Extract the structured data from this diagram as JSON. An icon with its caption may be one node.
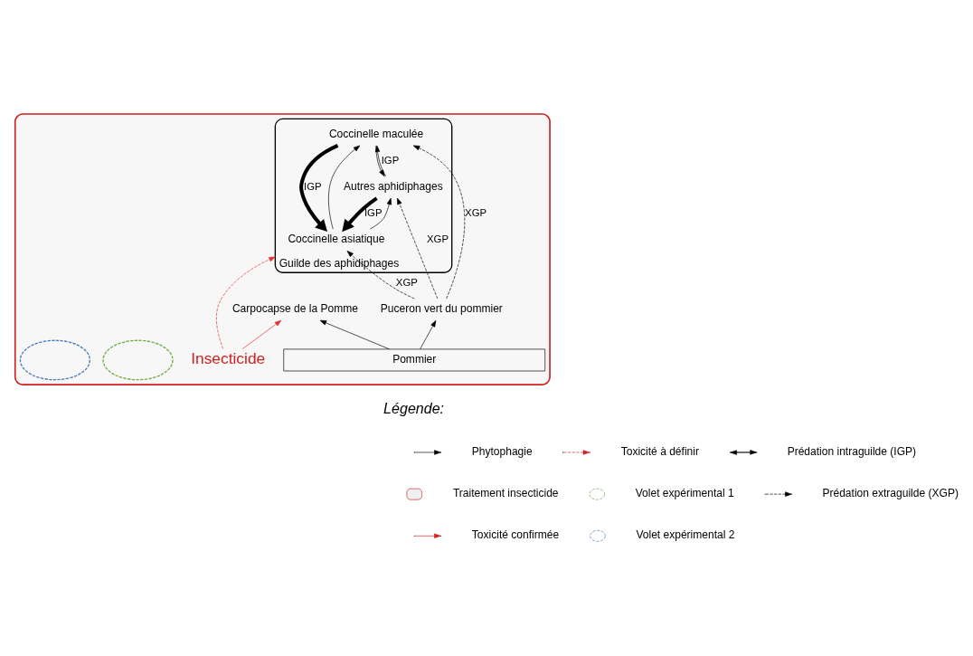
{
  "diagram": {
    "nodes": [
      {
        "text": [],
        "shape": "box"
      },
      {
        "text": [
          "Guilde des aphidiphages"
        ],
        "in": 0
      },
      {
        "text": [
          "Coccinelle asiatique"
        ],
        "in": 1
      },
      {
        "text": [
          "Autres aphidiphages"
        ],
        "in": 1
      },
      {
        "text": [
          "Coccinelle maculée"
        ],
        "in": 1
      },
      {
        "text": [
          "Insecticide"
        ],
        "in": 0
      },
      {
        "text": [
          "Carpocapse de la Pomme"
        ],
        "in": 0
      },
      {
        "text": [
          "Puceron vert du pommier"
        ],
        "in": 0
      },
      {
        "text": [
          "Pommier"
        ],
        "in": 0
      },
      {
        "text": [],
        "shape": "ellipse",
        "in": 0
      },
      {
        "text": [],
        "shape": "ellipse",
        "in": 0
      }
    ],
    "edges": [
      {
        "from": 3,
        "to": 2,
        "arrow": "to",
        "label": "IGP",
        "style": "thick"
      },
      {
        "from": 2,
        "to": 3,
        "arrow": "to"
      },
      {
        "from": 4,
        "to": 2,
        "arrow": "to",
        "label": "IGP",
        "style": "thick"
      },
      {
        "from": 2,
        "to": 4,
        "arrow": "to"
      },
      {
        "from": 4,
        "to": 3,
        "arrow": "to"
      },
      {
        "from": 3,
        "to": 4,
        "arrow": "to",
        "label": "IGP"
      },
      {
        "from": 7,
        "to": 3,
        "arrow": "to",
        "label": "XGP",
        "style": "dashed"
      },
      {
        "from": 7,
        "to": 2,
        "arrow": "to",
        "label": "XGP",
        "style": "dashed"
      },
      {
        "from": 7,
        "to": 4,
        "arrow": "to",
        "label": "XGP",
        "style": "dashed"
      },
      {
        "from": 8,
        "to": 6,
        "arrow": "to"
      },
      {
        "from": 8,
        "to": 7,
        "arrow": "to"
      },
      {
        "from": 5,
        "to": 1,
        "arrow": "to",
        "style": "dashed",
        "color": "#e03030"
      },
      {
        "from": 5,
        "to": 6,
        "arrow": "to",
        "color": "#e03030"
      }
    ],
    "labels": [
      "Légende:"
    ],
    "legend": [
      {
        "text": "Phytophagie"
      },
      {
        "text": "Toxicité à définir"
      },
      {
        "text": "Prédation intraguilde (IGP)"
      },
      {
        "text": "Traitement insecticide"
      },
      {
        "text": "Volet expérimental 1"
      },
      {
        "text": "Prédation extraguilde (XGP)"
      },
      {
        "text": "Toxicité confirmée"
      },
      {
        "text": "Volet expérimental 2"
      }
    ]
  }
}
